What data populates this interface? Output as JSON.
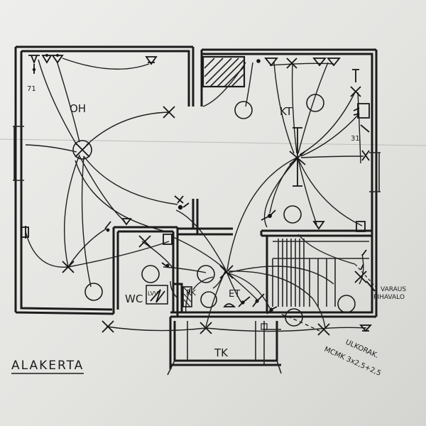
{
  "diagram": {
    "title": "ALAKERTA",
    "rooms": {
      "oh": "OH",
      "kt": "KT",
      "wc": "WC",
      "lvv": "LVV",
      "pk": "PK",
      "et": "ET",
      "tk": "TK"
    },
    "labels": {
      "n71": "71",
      "n31": "31",
      "varaus_1": "VARAUS",
      "varaus_2": "PIHAVALO",
      "ulkorak_1": "ULKORAK.",
      "ulkorak_2": "MCMK 3x2,5+2,5"
    },
    "colors": {
      "ink": "#1c1c1c",
      "paper": "#ececea"
    }
  }
}
